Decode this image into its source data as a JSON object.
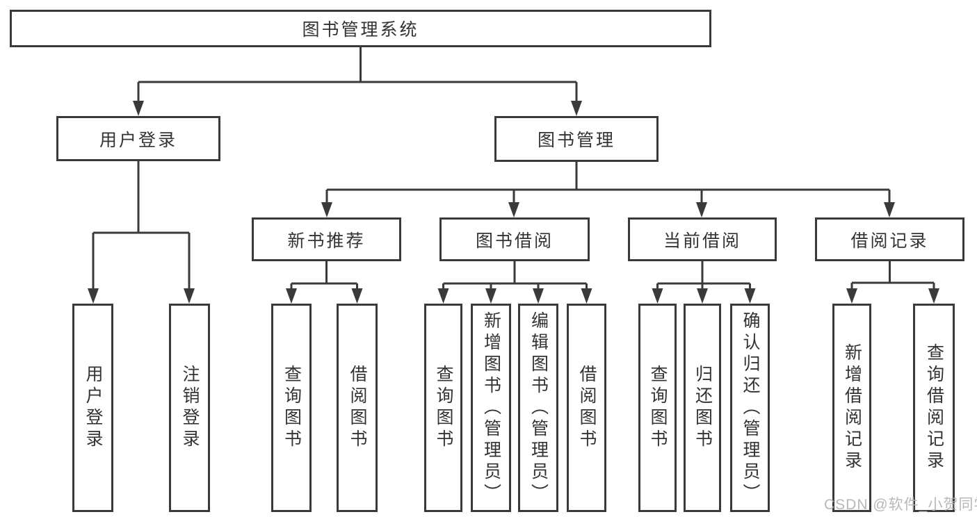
{
  "diagram": {
    "root": "图书管理系统",
    "branches": [
      {
        "label": "用户登录",
        "children": [
          "用户登录",
          "注销登录"
        ]
      },
      {
        "label": "图书管理",
        "children": [
          {
            "label": "新书推荐",
            "children": [
              "查询图书",
              "借阅图书"
            ]
          },
          {
            "label": "图书借阅",
            "children": [
              "查询图书",
              "新增图书（管理员）",
              "编辑图书（管理员）",
              "借阅图书"
            ]
          },
          {
            "label": "当前借阅",
            "children": [
              "查询图书",
              "归还图书",
              "确认归还（管理员）"
            ]
          },
          {
            "label": "借阅记录",
            "children": [
              "新增借阅记录",
              "查询借阅记录"
            ]
          }
        ]
      }
    ]
  },
  "watermark": "CSDN @软件_小贺同学",
  "colors": {
    "line": "#3a3a3a",
    "text": "#333333",
    "watermark": "#b5b5b5",
    "background": "#ffffff"
  }
}
